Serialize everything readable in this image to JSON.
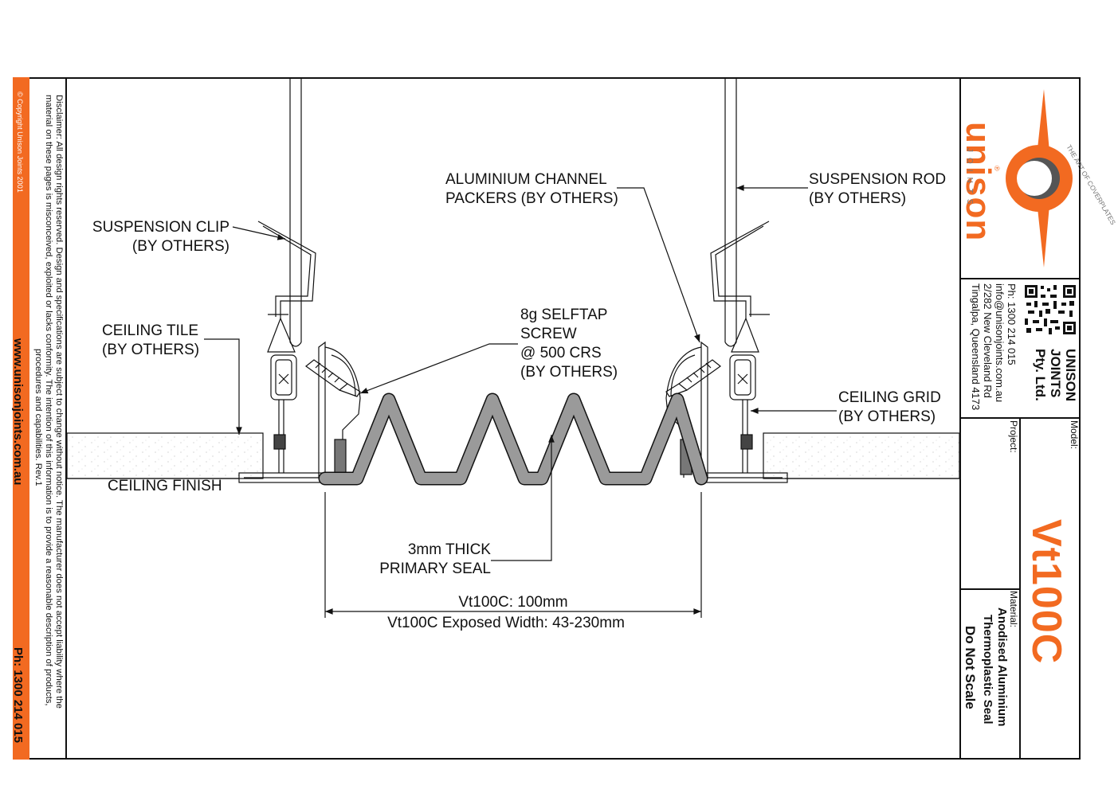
{
  "sidebar": {
    "copyright": "© Copyright Unison Joints 2001",
    "website": "www.unisonjoints.com.au",
    "phone": "Ph: 1300 214 015",
    "disclaimer_line1": "Disclaimer: All design rights reserved. Design and specifications are subject to change without notice. The manufacturer does not accept liability where the",
    "disclaimer_line2": "material on these pages is misconceived, exploited or lacks conformity.  The intention of this information is to provide a reasonable description of products,",
    "disclaimer_line3": "procedures and capabilities.  Rev.1"
  },
  "labels": {
    "suspension_clip": "SUSPENSION CLIP\n(BY OTHERS)",
    "ceiling_tile": "CEILING TILE\n(BY OTHERS)",
    "ceiling_finish": "CEILING FINISH",
    "aluminium_channel": "ALUMINIUM CHANNEL\nPACKERS (BY OTHERS)",
    "selftap_screw": "8g SELFTAP\nSCREW\n@ 500 CRS\n(BY OTHERS)",
    "suspension_rod": "SUSPENSION ROD\n(BY OTHERS)",
    "ceiling_grid": "CEILING GRID\n(BY OTHERS)",
    "primary_seal": "3mm THICK\nPRIMARY SEAL",
    "dimension_main": "Vt100C: 100mm",
    "dimension_exposed": "Vt100C Exposed Width: 43-230mm"
  },
  "title_block": {
    "brand": "unison",
    "brand_sub": "JOINTS",
    "registered": "®",
    "tagline": "THE ART OF COVERPLATES",
    "company": "UNISON\nJOINTS\nPty. Ltd.",
    "phone": "Ph: 1300 214 015",
    "email": "info@unisonjoints.com.au",
    "address1": "2/282 New Cleveland Rd",
    "address2": "Tingalpa, Queensland 4173",
    "model_label": "Model:",
    "model": "Vt100C",
    "project_label": "Project:",
    "material_label": "Material:",
    "material1": "Anodised Aluminium",
    "material2": "Thermoplastic Seal",
    "scale_note": "Do Not Scale"
  },
  "colors": {
    "accent": "#f26a21",
    "line": "#111111",
    "seal": "#9a9a9a"
  }
}
